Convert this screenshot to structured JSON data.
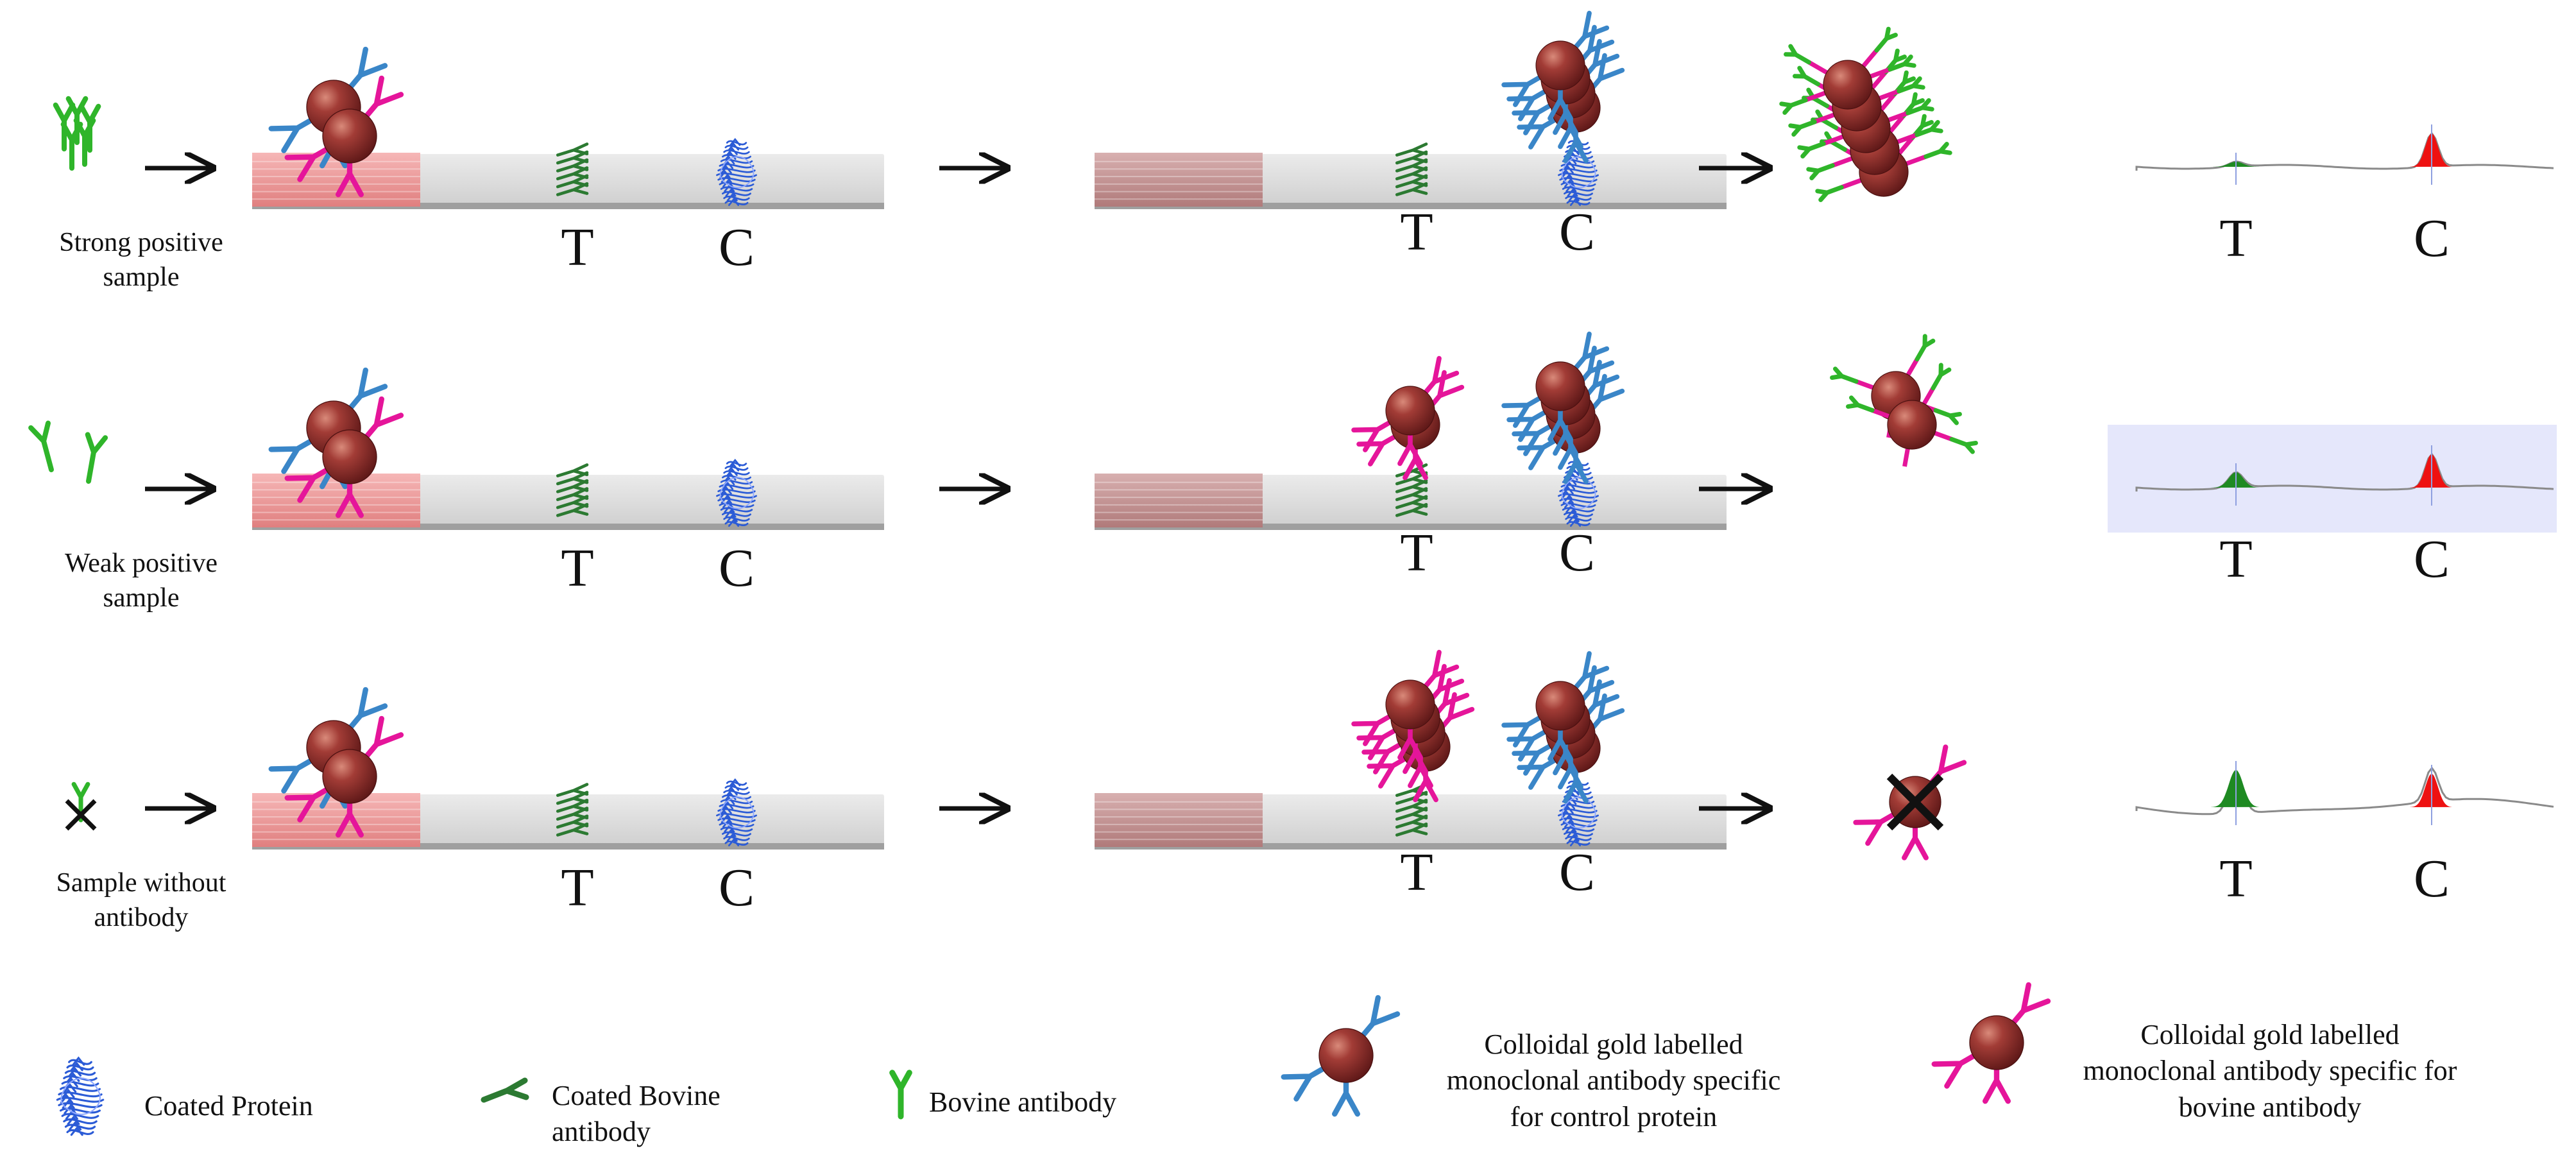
{
  "rows": [
    {
      "label": "Strong positive\nsample",
      "sample": "strong",
      "t_signal": "weak",
      "t_bound": 0,
      "c_bound": 4
    },
    {
      "label": "Weak positive\nsample",
      "sample": "weak",
      "t_signal": "medium",
      "t_bound": 2,
      "c_bound": 4
    },
    {
      "label": "Sample without\nantibody",
      "sample": "none",
      "t_signal": "strong",
      "t_bound": 4,
      "c_bound": 4
    }
  ],
  "line_labels": {
    "test": "T",
    "control": "C"
  },
  "legend": {
    "coated_protein": "Coated Protein",
    "coated_bovine_antibody": "Coated Bovine\nantibody",
    "bovine_antibody": "Bovine antibody",
    "gold_control": "Colloidal gold labelled\nmonoclonal antibody specific\nfor control protein",
    "gold_bovine": "Colloidal gold labelled\nmonoclonal antibody specific for\nbovine antibody"
  },
  "colors": {
    "gold_particle": "#8b2a2a",
    "control_antibody": "#3a86c8",
    "bovine_specific_antibody": "#e5159a",
    "bovine_antibody": "#2fb52a",
    "coated_bovine": "#2c7a32",
    "coated_protein": "#2b5bd6",
    "sample_pad": "#f2a3a3",
    "strip": "#d9d9d9",
    "t_peak": "#1e8a22",
    "c_peak": "#ee1111",
    "highlight_panel": "#e5e7fb"
  }
}
